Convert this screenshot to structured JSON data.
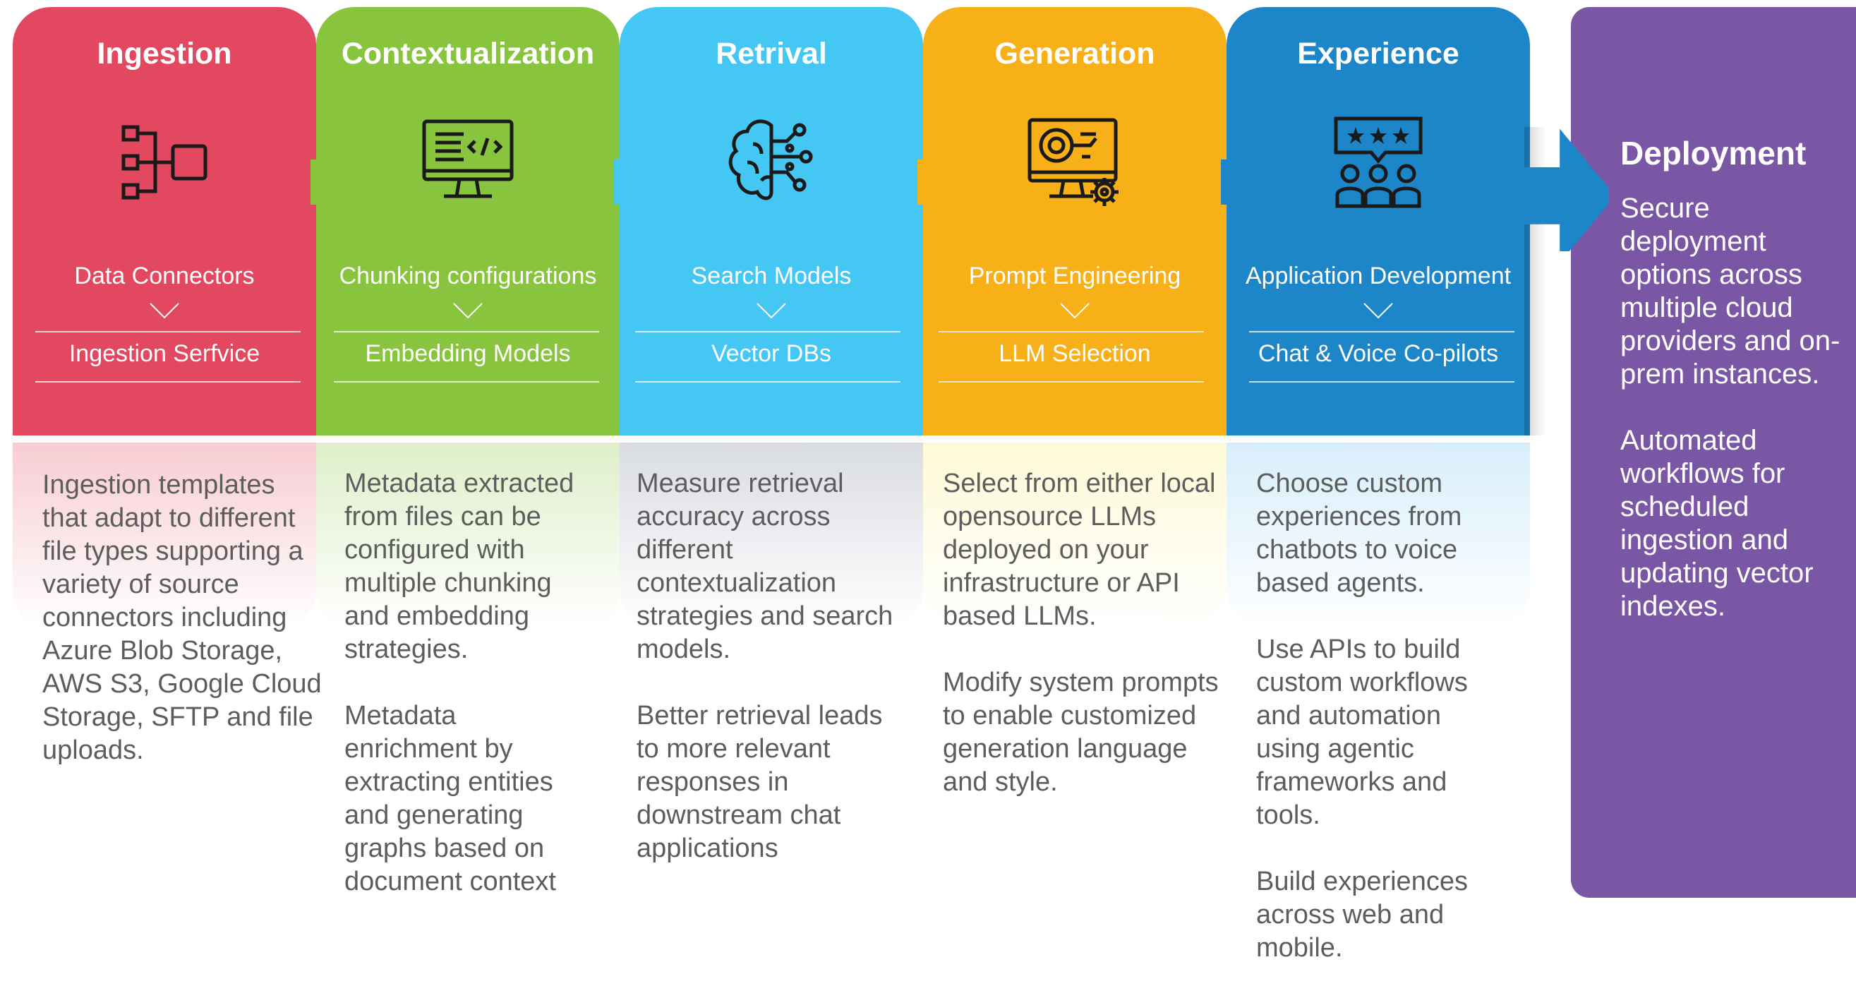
{
  "stages": [
    {
      "title": "Ingestion",
      "icon": "connector-node-icon",
      "sub1": "Data Connectors",
      "sub2": "Ingestion Serfvice",
      "color": "#e2485f",
      "desc": [
        "Ingestion templates that adapt to different file types supporting a variety of source connectors including Azure Blob Storage, AWS S3, Google Cloud Storage, SFTP and file uploads."
      ]
    },
    {
      "title": "Contextualization",
      "icon": "code-monitor-icon",
      "sub1": "Chunking configurations",
      "sub2": "Embedding Models",
      "color": "#89c43e",
      "desc": [
        "Metadata extracted from files can be configured with multiple chunking and embedding strategies.",
        "Metadata enrichment by extracting entities and generating graphs based on document context"
      ]
    },
    {
      "title": "Retrival",
      "icon": "brain-circuit-icon",
      "sub1": "Search Models",
      "sub2": "Vector DBs",
      "color": "#45c7f3",
      "desc": [
        "Measure retrieval accuracy across different contextualization strategies and search models.",
        "Better retrieval leads to more relevant responses in downstream chat applications"
      ]
    },
    {
      "title": "Generation",
      "icon": "monitor-gear-icon",
      "sub1": "Prompt Engineering",
      "sub2": "LLM Selection",
      "color": "#f8b019",
      "desc": [
        "Select from either local opensource LLMs deployed on your infrastructure or API based LLMs.",
        "Modify system prompts to enable customized generation language and style."
      ]
    },
    {
      "title": "Experience",
      "icon": "rating-group-icon",
      "sub1": "Application Development",
      "sub2": "Chat & Voice Co-pilots",
      "color": "#1d86c8",
      "desc": [
        "Choose custom experiences from chatbots to voice based agents.",
        "Use APIs to build custom workflows and automation using agentic frameworks and tools.",
        "Build experiences across web and mobile."
      ]
    }
  ],
  "deployment": {
    "title": "Deployment",
    "color": "#7a57a5",
    "paragraphs": [
      "Secure deployment options across multiple cloud providers and on-prem instances.",
      "Automated workflows for scheduled ingestion and updating vector indexes."
    ]
  }
}
